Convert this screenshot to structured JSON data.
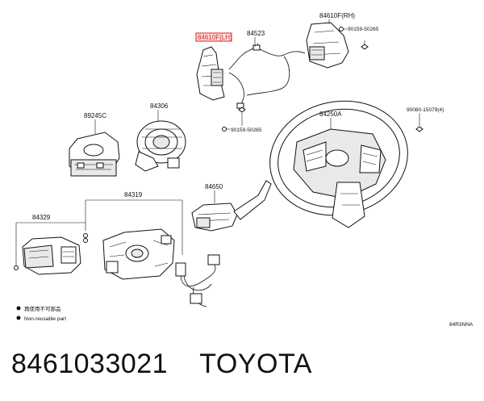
{
  "parts": {
    "p84610F_LH": "84610F(LH)",
    "p84523": "84523",
    "p84610F_RH": "84610F(RH)",
    "p90159_a": "90159-50265",
    "p89245C": "89245C",
    "p84306": "84306",
    "p90159_b": "90159-50265",
    "p84250A": "84250A",
    "p90080": "90080-15079(4)",
    "p84650": "84650",
    "p84319": "84319",
    "p84329": "84329"
  },
  "legend": {
    "item1": "再使用不可部品",
    "item2": "Non-reusable part"
  },
  "diagram_code": "84R3NNA",
  "caption": {
    "part_number": "8461033021",
    "brand": "TOYOTA"
  }
}
